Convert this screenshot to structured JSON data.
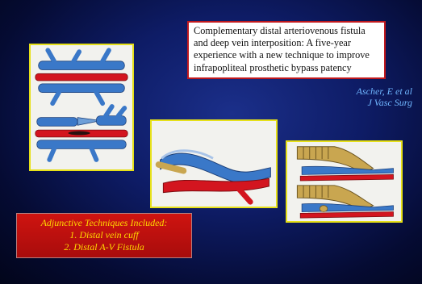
{
  "title": {
    "lines": [
      "Complementary distal arteriovenous fistula",
      "and deep vein interposition: A five-year",
      "experience with a new technique to improve",
      "infrapopliteal prosthetic bypass patency"
    ]
  },
  "citation": {
    "author": "Ascher, E et al",
    "journal": "J Vasc Surg"
  },
  "techniques": {
    "heading": "Adjunctive Techniques Included:",
    "items": [
      "1. Distal vein cuff",
      "2. Distal A-V Fistula"
    ]
  },
  "colors": {
    "artery": "#d3151f",
    "vein": "#3a78c8",
    "graft": "#c9a650",
    "panel_border": "#e6e018",
    "title_border": "#c0191e",
    "technique_text": "#ffd900",
    "citation_text": "#6fb6ff"
  }
}
